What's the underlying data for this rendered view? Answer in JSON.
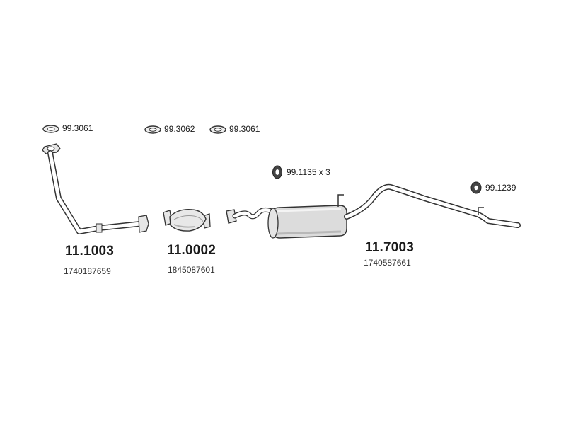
{
  "labels": {
    "gasket_front_pipe": "99.3061",
    "gasket_cat_front": "99.3062",
    "gasket_cat_rear": "99.3061",
    "hanger_rubber_triple": "99.1135 x 3",
    "hanger_rubber_rear": "99.1239"
  },
  "parts": [
    {
      "part_number": "11.1003",
      "oem_number": "1740187659"
    },
    {
      "part_number": "11.0002",
      "oem_number": "1845087601"
    },
    {
      "part_number": "11.7003",
      "oem_number": "1740587661"
    }
  ],
  "colors": {
    "line": "#333333",
    "fill_light": "#f0f0f0",
    "fill_mid": "#d8d8d8",
    "shade": "#b8b8b8"
  }
}
